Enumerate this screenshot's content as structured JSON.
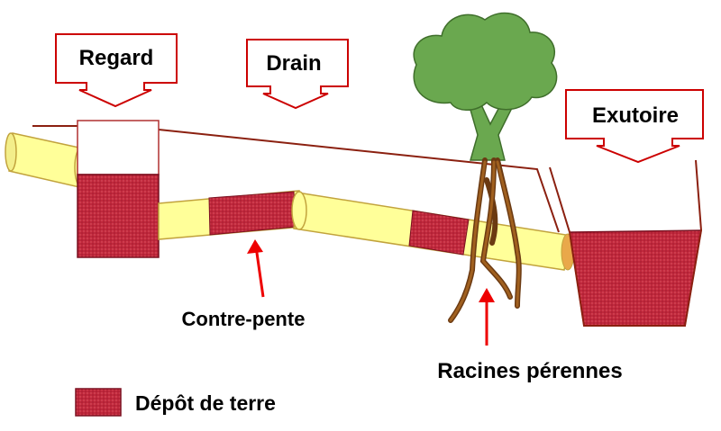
{
  "labels": {
    "regard": "Regard",
    "drain": "Drain",
    "exutoire": "Exutoire",
    "contre_pente": "Contre-pente",
    "racines": "Racines pérennes"
  },
  "legend": {
    "depot": "Dépôt de terre"
  },
  "colors": {
    "pipe_fill": "#ffff99",
    "pipe_stroke": "#c2a33d",
    "deposit_fill": "#c0283c",
    "deposit_stroke": "#7a1020",
    "red_outline": "#cc0000",
    "ground_line": "#8b2010",
    "root_brown": "#8b4513",
    "tree_green": "#6aa84f",
    "arrow_red": "#ee0000"
  }
}
